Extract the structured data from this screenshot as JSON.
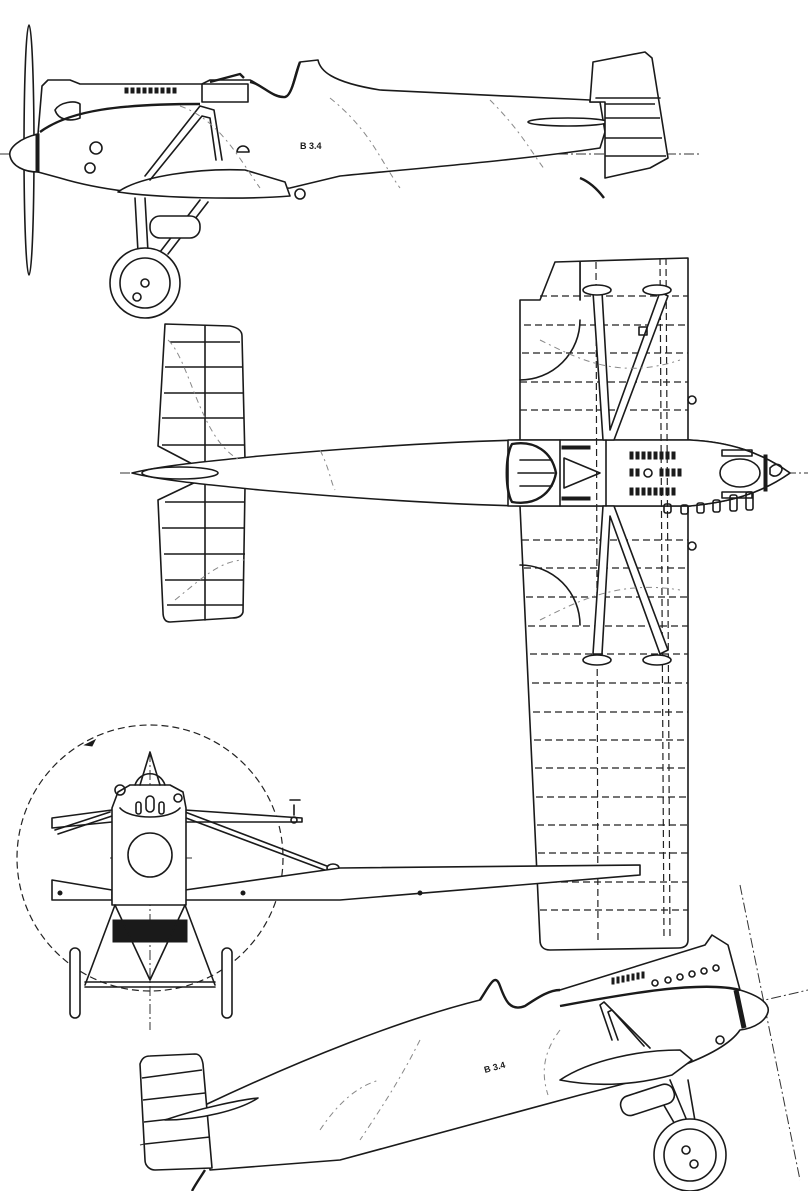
{
  "drawing": {
    "type": "three-view technical drawing",
    "subject": "single-seat parasol/high-wing monoplane fighter",
    "views": [
      {
        "id": "side-view",
        "label": "Side elevation (left, propeller facing left)"
      },
      {
        "id": "top-view",
        "label": "Plan view (wing, fuselage, tailplane)"
      },
      {
        "id": "front-view",
        "label": "Front elevation with propeller disc"
      },
      {
        "id": "perspective-view",
        "label": "Side elevation, nose up (right)"
      }
    ],
    "markings": {
      "side_view_serial": "B 3.4",
      "perspective_serial": "B 3.4"
    },
    "colors": {
      "ink": "#1a1a1a",
      "paper": "#ffffff",
      "camouflage_lines": "#888888"
    }
  }
}
